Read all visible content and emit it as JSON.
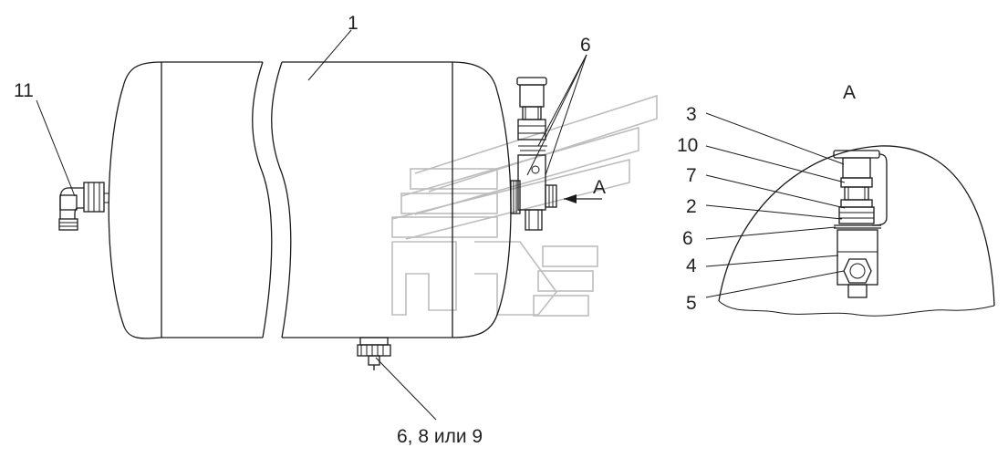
{
  "labels": {
    "tank": "1",
    "elbow": "11",
    "valve_top": "6",
    "view_arrow": "А",
    "drain": "6, 8 или 9",
    "detail_view_title": "А",
    "detail_callouts": [
      "3",
      "10",
      "7",
      "2",
      "6",
      "4",
      "5"
    ]
  }
}
